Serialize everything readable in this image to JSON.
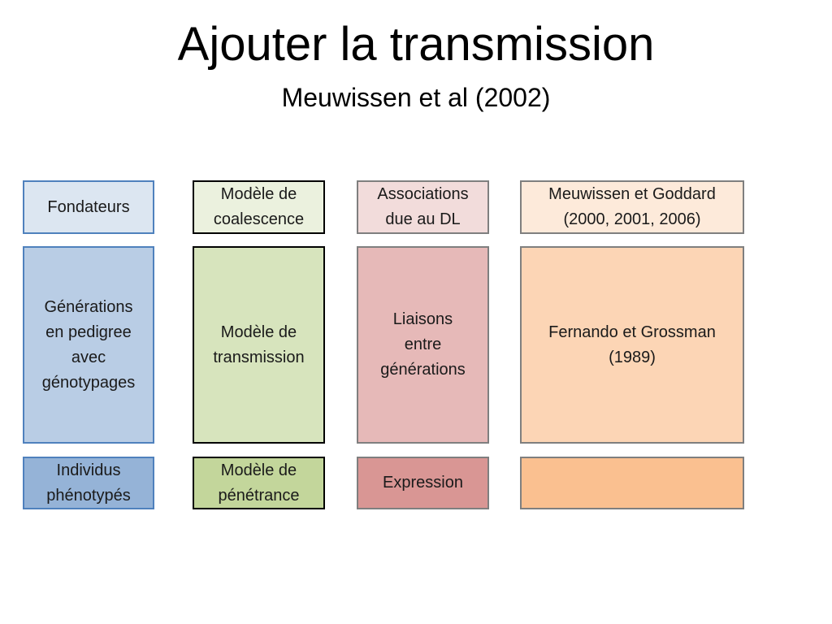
{
  "slide": {
    "title": "Ajouter la transmission",
    "subtitle": "Meuwissen et al  (2002)"
  },
  "columns": [
    {
      "top": "Fondateurs",
      "middle": "Générations\nen pedigree\navec\ngénotypages",
      "bottom": "Individus\nphénotypés",
      "colors": {
        "top": "#dce6f1",
        "middle": "#b9cde5",
        "bottom": "#95b3d7",
        "border": "#4f81bd"
      }
    },
    {
      "top": "Modèle de\ncoalescence",
      "middle": "Modèle de\ntransmission",
      "bottom": "Modèle de\npénétrance",
      "colors": {
        "top": "#ebf1de",
        "middle": "#d7e4bd",
        "bottom": "#c3d69b",
        "border": "#000000"
      }
    },
    {
      "top": "Associations\ndue au DL",
      "middle": "Liaisons\nentre\ngénérations",
      "bottom": "Expression",
      "colors": {
        "top": "#f2dcdb",
        "middle": "#e6b9b8",
        "bottom": "#d99694",
        "border": "#7f7f7f"
      }
    },
    {
      "top": "Meuwissen et Goddard\n(2000, 2001, 2006)",
      "middle": "Fernando et Grossman\n(1989)",
      "bottom": "",
      "colors": {
        "top": "#fdeada",
        "middle": "#fcd5b5",
        "bottom": "#fac090",
        "border": "#7f7f7f"
      }
    }
  ]
}
